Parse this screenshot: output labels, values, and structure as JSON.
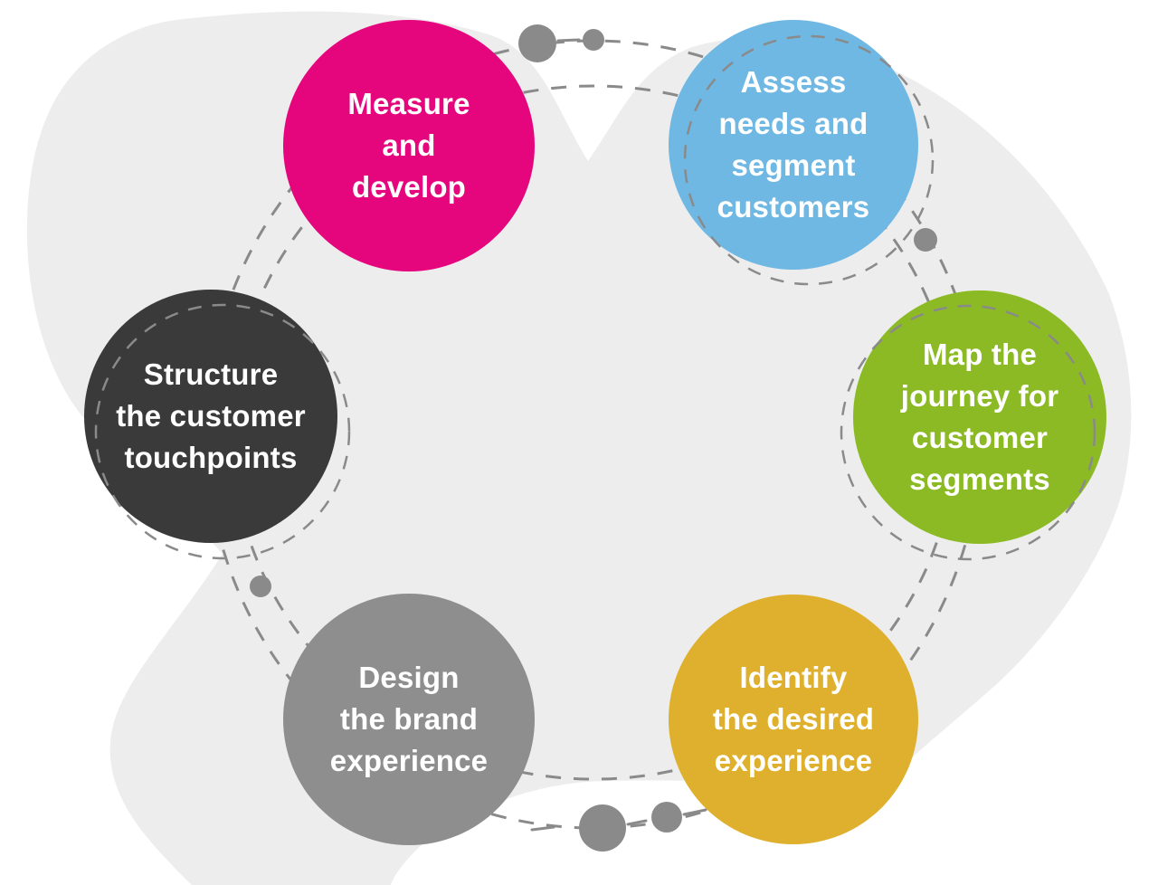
{
  "palette": {
    "background": "#FFFFFF",
    "blob": "#EDEDED",
    "ring": "#8A8A8A",
    "dot": "#8A8A8A",
    "label_text": "#FFFFFF"
  },
  "steps": [
    {
      "id": "measure-and-develop",
      "color": "#E5067D",
      "lines": [
        "Measure",
        "and",
        "develop"
      ]
    },
    {
      "id": "assess-needs-segment-customers",
      "color": "#6FB8E4",
      "lines": [
        "Assess",
        "needs and",
        "segment",
        "customers"
      ]
    },
    {
      "id": "map-journey-customer-segments",
      "color": "#8BBA25",
      "lines": [
        "Map the",
        "journey for",
        "customer",
        "segments"
      ]
    },
    {
      "id": "identify-desired-experience",
      "color": "#DFB02D",
      "lines": [
        "Identify",
        "the desired",
        "experience"
      ]
    },
    {
      "id": "design-brand-experience",
      "color": "#8E8E8E",
      "lines": [
        "Design",
        "the brand",
        "experience"
      ]
    },
    {
      "id": "structure-customer-touchpoints",
      "color": "#3A3A3A",
      "lines": [
        "Structure",
        "the customer",
        "touchpoints"
      ]
    }
  ]
}
